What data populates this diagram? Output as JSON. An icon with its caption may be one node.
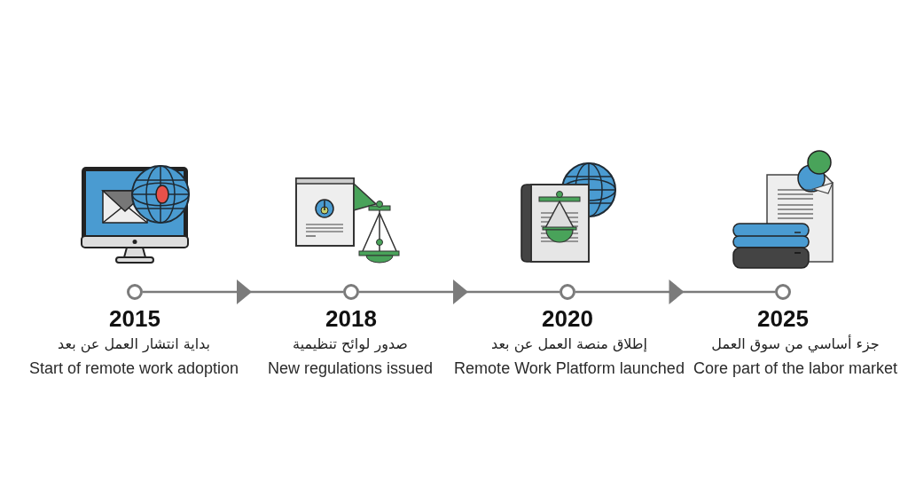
{
  "diagram": {
    "nodes": [
      {
        "text": [],
        "shape": "circle",
        "beside": [
          "2015",
          "بداية انتشار العمل عن بعد",
          "Start of remote work adoption"
        ]
      },
      {
        "text": [],
        "shape": "circle",
        "beside": [
          "2018",
          "صدور لوائح تنظيمية",
          "New regulations issued"
        ]
      },
      {
        "text": [],
        "shape": "circle",
        "beside": [
          "2020",
          "إطلاق منصة العمل عن بعد",
          "Remote Work Platform launched"
        ]
      },
      {
        "text": [],
        "shape": "circle",
        "beside": [
          "2025",
          "جزء أساسي من سوق العمل",
          "Core part of the labor market"
        ]
      }
    ],
    "edges": [
      {
        "from": 0,
        "to": 1,
        "arrow": "to"
      },
      {
        "from": 1,
        "to": 2,
        "arrow": "to"
      },
      {
        "from": 2,
        "to": 3,
        "arrow": "to"
      }
    ]
  }
}
